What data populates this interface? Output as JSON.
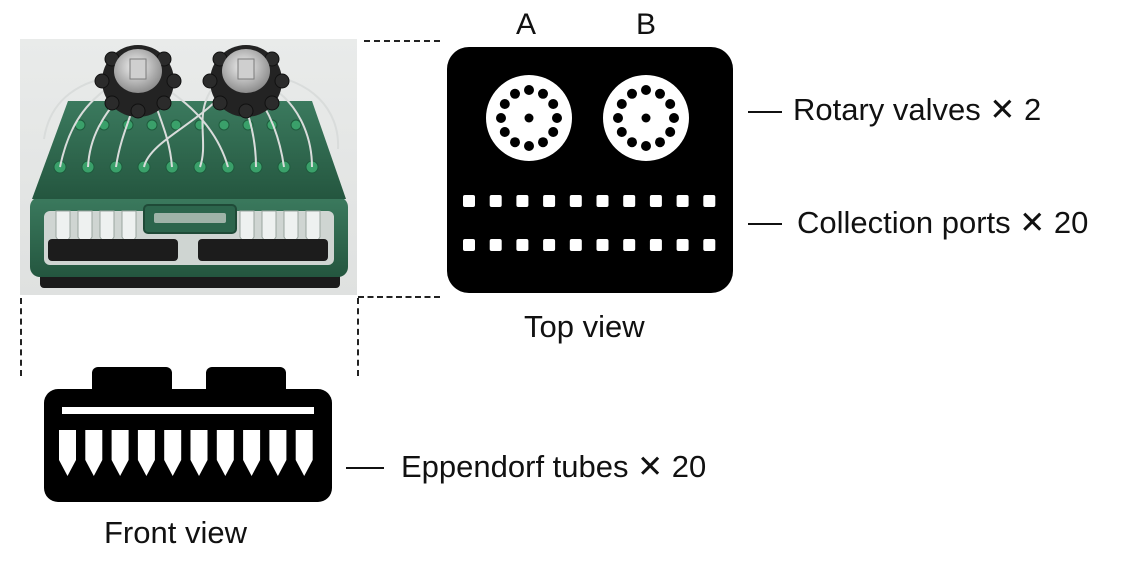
{
  "figure": {
    "valve_labels": [
      "A",
      "B"
    ],
    "top_view_caption": "Top view",
    "front_view_caption": "Front view",
    "callouts": {
      "rotary_valves": "Rotary valves ✕ 2",
      "collection_ports": "Collection ports ✕ 20",
      "eppendorf_tubes": "Eppendorf tubes ✕ 20"
    },
    "counts": {
      "rotary_valves": 2,
      "collection_ports": 20,
      "eppendorf_tubes": 20
    },
    "colors": {
      "device_body": "#2f6b52",
      "schematic_fill": "#000000",
      "schematic_detail": "#ffffff"
    }
  }
}
